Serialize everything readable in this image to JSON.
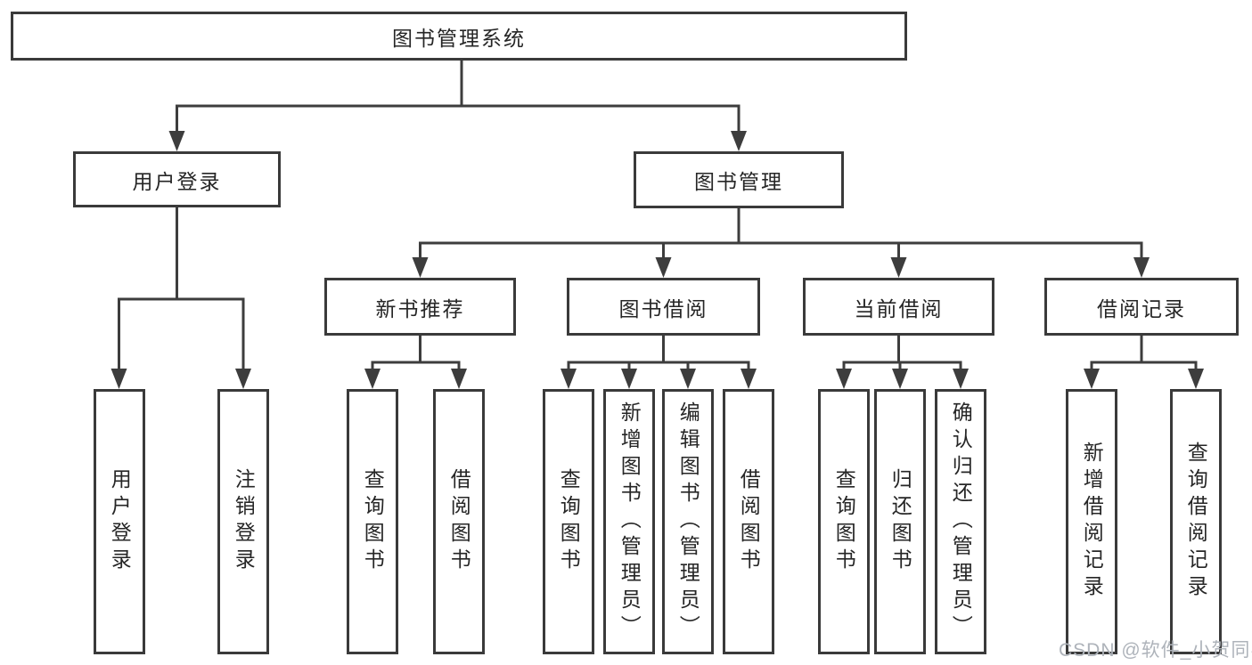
{
  "tree": {
    "root": {
      "label": "图书管理系统"
    },
    "branches": [
      {
        "label": "用户登录",
        "children": [
          {
            "label": "用户登录"
          },
          {
            "label": "注销登录"
          }
        ]
      },
      {
        "label": "图书管理",
        "children": [
          {
            "label": "新书推荐",
            "children": [
              {
                "label": "查询图书"
              },
              {
                "label": "借阅图书"
              }
            ]
          },
          {
            "label": "图书借阅",
            "children": [
              {
                "label": "查询图书"
              },
              {
                "label": "新增图书（管理员）"
              },
              {
                "label": "编辑图书（管理员）"
              },
              {
                "label": "借阅图书"
              }
            ]
          },
          {
            "label": "当前借阅",
            "children": [
              {
                "label": "查询图书"
              },
              {
                "label": "归还图书"
              },
              {
                "label": "确认归还（管理员）"
              }
            ]
          },
          {
            "label": "借阅记录",
            "children": [
              {
                "label": "新增借阅记录"
              },
              {
                "label": "查询借阅记录"
              }
            ]
          }
        ]
      }
    ]
  },
  "watermark": "CSDN @软件_小贺同学",
  "colors": {
    "line": "#3d3d3d",
    "box_border": "#3a3a3a",
    "box_fill": "#ffffff",
    "text": "#262626",
    "background": "#ffffff",
    "watermark": "#aeb3ba"
  }
}
